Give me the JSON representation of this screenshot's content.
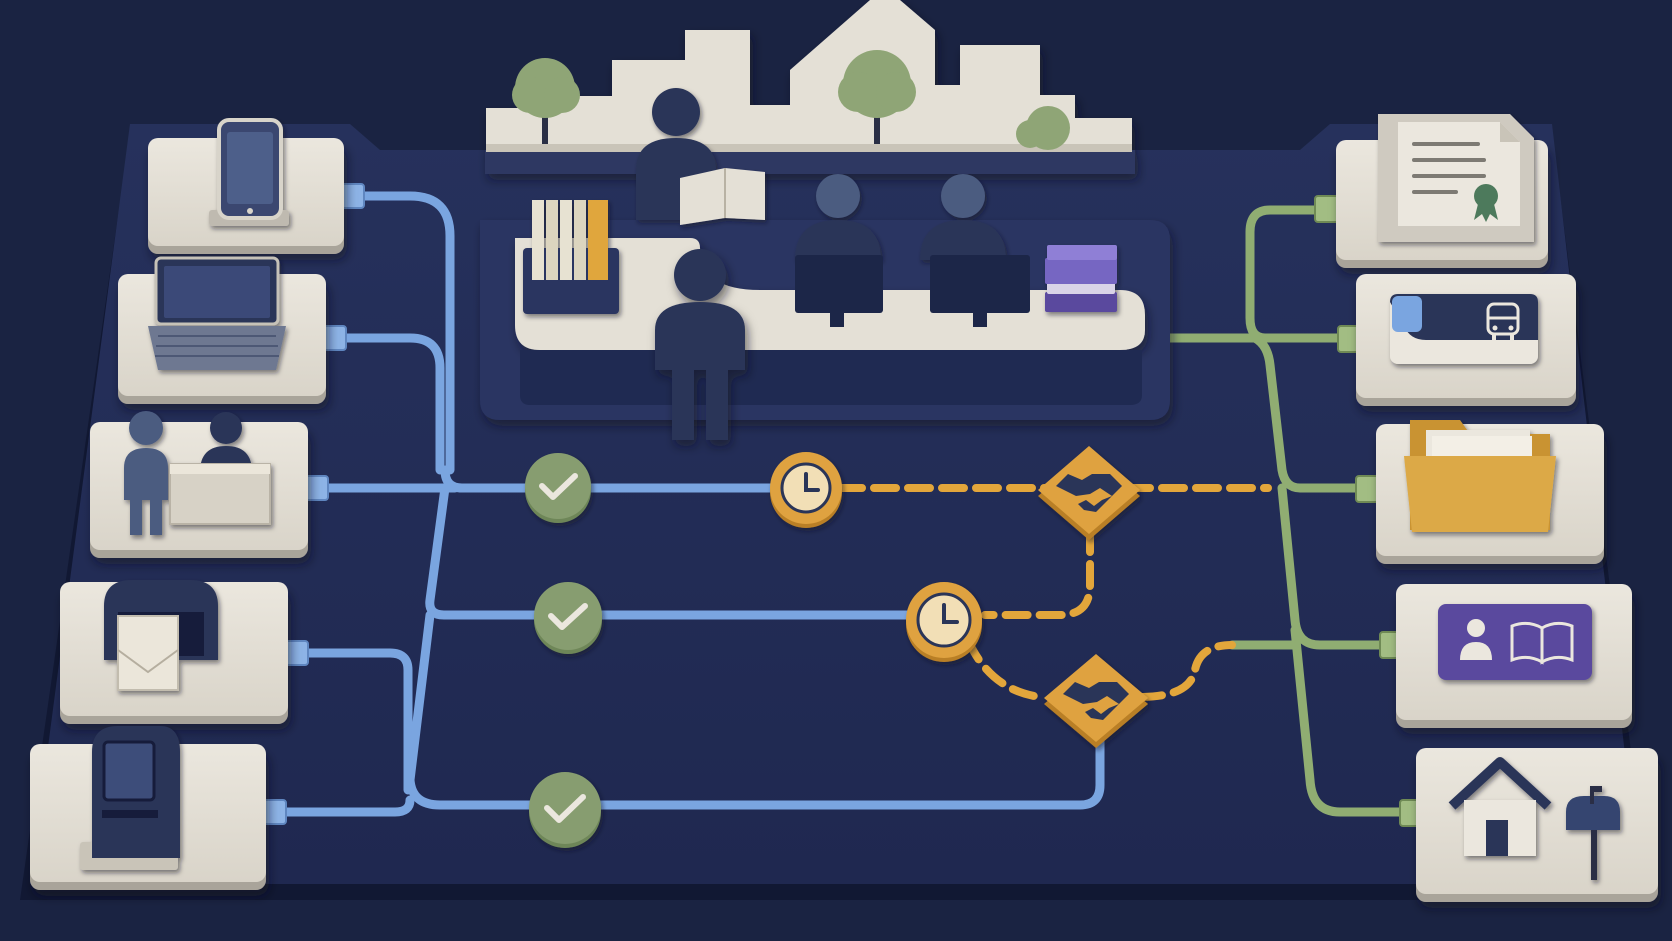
{
  "colors": {
    "background": "#1a2342",
    "board": "#25305a",
    "board_edge": "#111833",
    "card": "#e3dfd6",
    "card_shadow": "#a9a49a",
    "input_line": "#7aa5e0",
    "output_line": "#90ad72",
    "pending_line": "#e3a63b",
    "check": "#7d9466",
    "clock": "#dfa23f",
    "handshake": "#dfa23f",
    "navy_figure": "#2b3558",
    "tree": "#8fa576",
    "folder": "#d5a442",
    "purple": "#5a4a9e"
  },
  "channels": [
    {
      "id": "mobile",
      "icon": "smartphone-icon"
    },
    {
      "id": "web",
      "icon": "laptop-icon"
    },
    {
      "id": "in-person",
      "icon": "service-counter-icon"
    },
    {
      "id": "mail",
      "icon": "mailbox-letter-icon"
    },
    {
      "id": "kiosk",
      "icon": "kiosk-icon"
    }
  ],
  "service_center": {
    "icons": [
      "city-skyline-icon",
      "tree-icon",
      "clerk-figure-icon",
      "book-binder-icon",
      "staff-figure-icon",
      "computer-monitor-icon",
      "book-stack-icon",
      "visitor-figure-icon"
    ]
  },
  "flow_nodes": [
    {
      "type": "check",
      "icon": "checkmark-icon"
    },
    {
      "type": "check",
      "icon": "checkmark-icon"
    },
    {
      "type": "check",
      "icon": "checkmark-icon"
    },
    {
      "type": "wait",
      "icon": "clock-icon"
    },
    {
      "type": "wait",
      "icon": "clock-icon"
    },
    {
      "type": "handoff",
      "icon": "handshake-icon"
    },
    {
      "type": "handoff",
      "icon": "handshake-icon"
    }
  ],
  "outcomes": [
    {
      "id": "certificate",
      "icon": "certificate-document-icon"
    },
    {
      "id": "transit-card",
      "icon": "bus-pass-card-icon"
    },
    {
      "id": "case-file",
      "icon": "folder-icon"
    },
    {
      "id": "library-card",
      "icon": "library-card-icon"
    },
    {
      "id": "home-delivery",
      "icon": "house-mailbox-icon"
    }
  ]
}
